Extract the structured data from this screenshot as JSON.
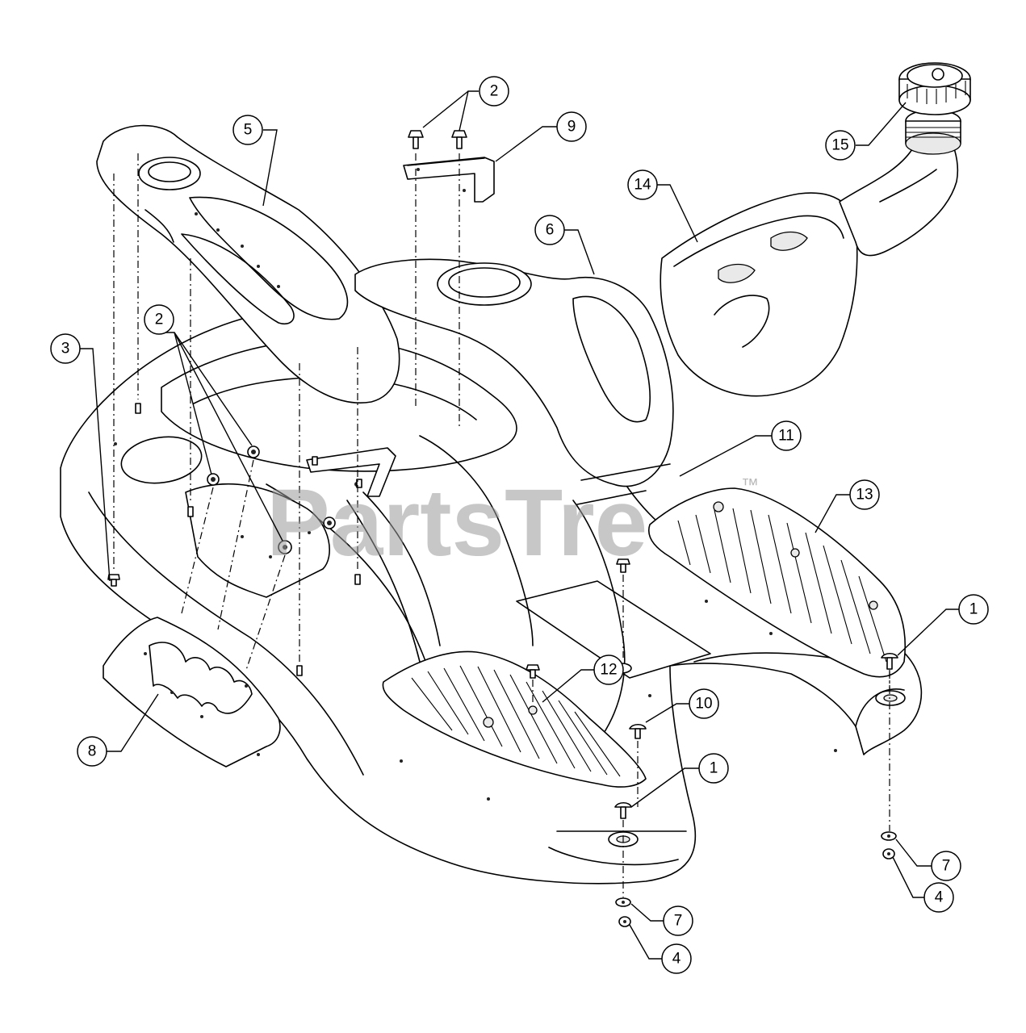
{
  "watermark": {
    "text": "PartsTre",
    "trademark": "™"
  },
  "callouts": [
    {
      "id": "c1a",
      "label": "1"
    },
    {
      "id": "c1b",
      "label": "1"
    },
    {
      "id": "c2a",
      "label": "2"
    },
    {
      "id": "c2b",
      "label": "2"
    },
    {
      "id": "c3",
      "label": "3"
    },
    {
      "id": "c4a",
      "label": "4"
    },
    {
      "id": "c4b",
      "label": "4"
    },
    {
      "id": "c5",
      "label": "5"
    },
    {
      "id": "c6",
      "label": "6"
    },
    {
      "id": "c7a",
      "label": "7"
    },
    {
      "id": "c7b",
      "label": "7"
    },
    {
      "id": "c8",
      "label": "8"
    },
    {
      "id": "c9",
      "label": "9"
    },
    {
      "id": "c10",
      "label": "10"
    },
    {
      "id": "c11",
      "label": "11"
    },
    {
      "id": "c12",
      "label": "12"
    },
    {
      "id": "c13",
      "label": "13"
    },
    {
      "id": "c14",
      "label": "14"
    },
    {
      "id": "c15",
      "label": "15"
    }
  ]
}
